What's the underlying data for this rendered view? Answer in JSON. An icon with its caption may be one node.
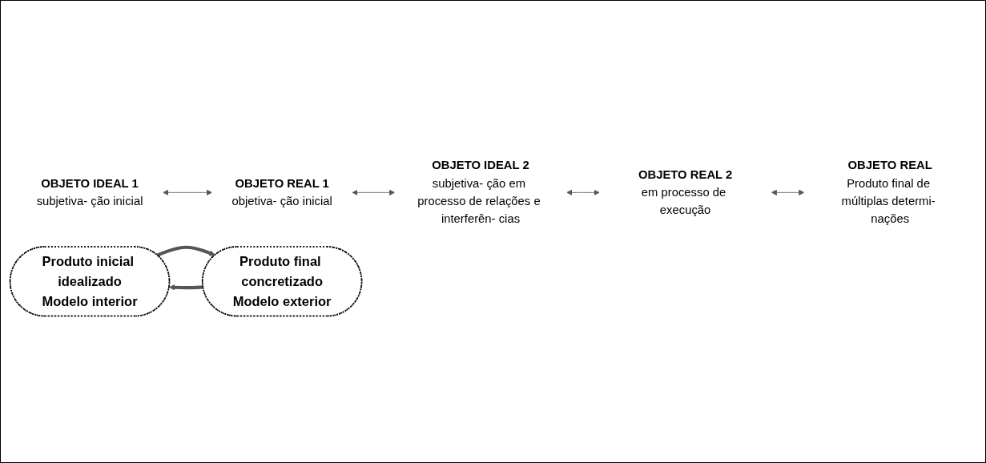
{
  "diagram": {
    "nodes": [
      {
        "text": [
          "OBJETO IDEAL 1",
          "subjetiva- ção inicial"
        ]
      },
      {
        "text": [
          "OBJETO REAL 1",
          "objetiva- ção inicial"
        ]
      },
      {
        "text": [
          "OBJETO IDEAL 2",
          "subjetiva- ção em processo de relações e interferên- cias"
        ]
      },
      {
        "text": [
          "OBJETO REAL 2",
          "em processo de execução"
        ]
      },
      {
        "text": [
          "OBJETO REAL",
          "Produto final de múltiplas determi- nações"
        ]
      },
      {
        "text": [
          "Produto inicial idealizado",
          "Modelo interior"
        ]
      },
      {
        "text": [
          "Produto final concretizado",
          "Modelo exterior"
        ]
      }
    ],
    "edges": [
      {
        "from": 0,
        "to": 1,
        "arrow": "both"
      },
      {
        "from": 1,
        "to": 2,
        "arrow": "both"
      },
      {
        "from": 2,
        "to": 3,
        "arrow": "both"
      },
      {
        "from": 3,
        "to": 4,
        "arrow": "both"
      },
      {
        "from": 5,
        "to": 6,
        "arrow": "to",
        "style": "thick"
      },
      {
        "from": 6,
        "to": 5,
        "arrow": "to",
        "style": "thick"
      }
    ]
  }
}
